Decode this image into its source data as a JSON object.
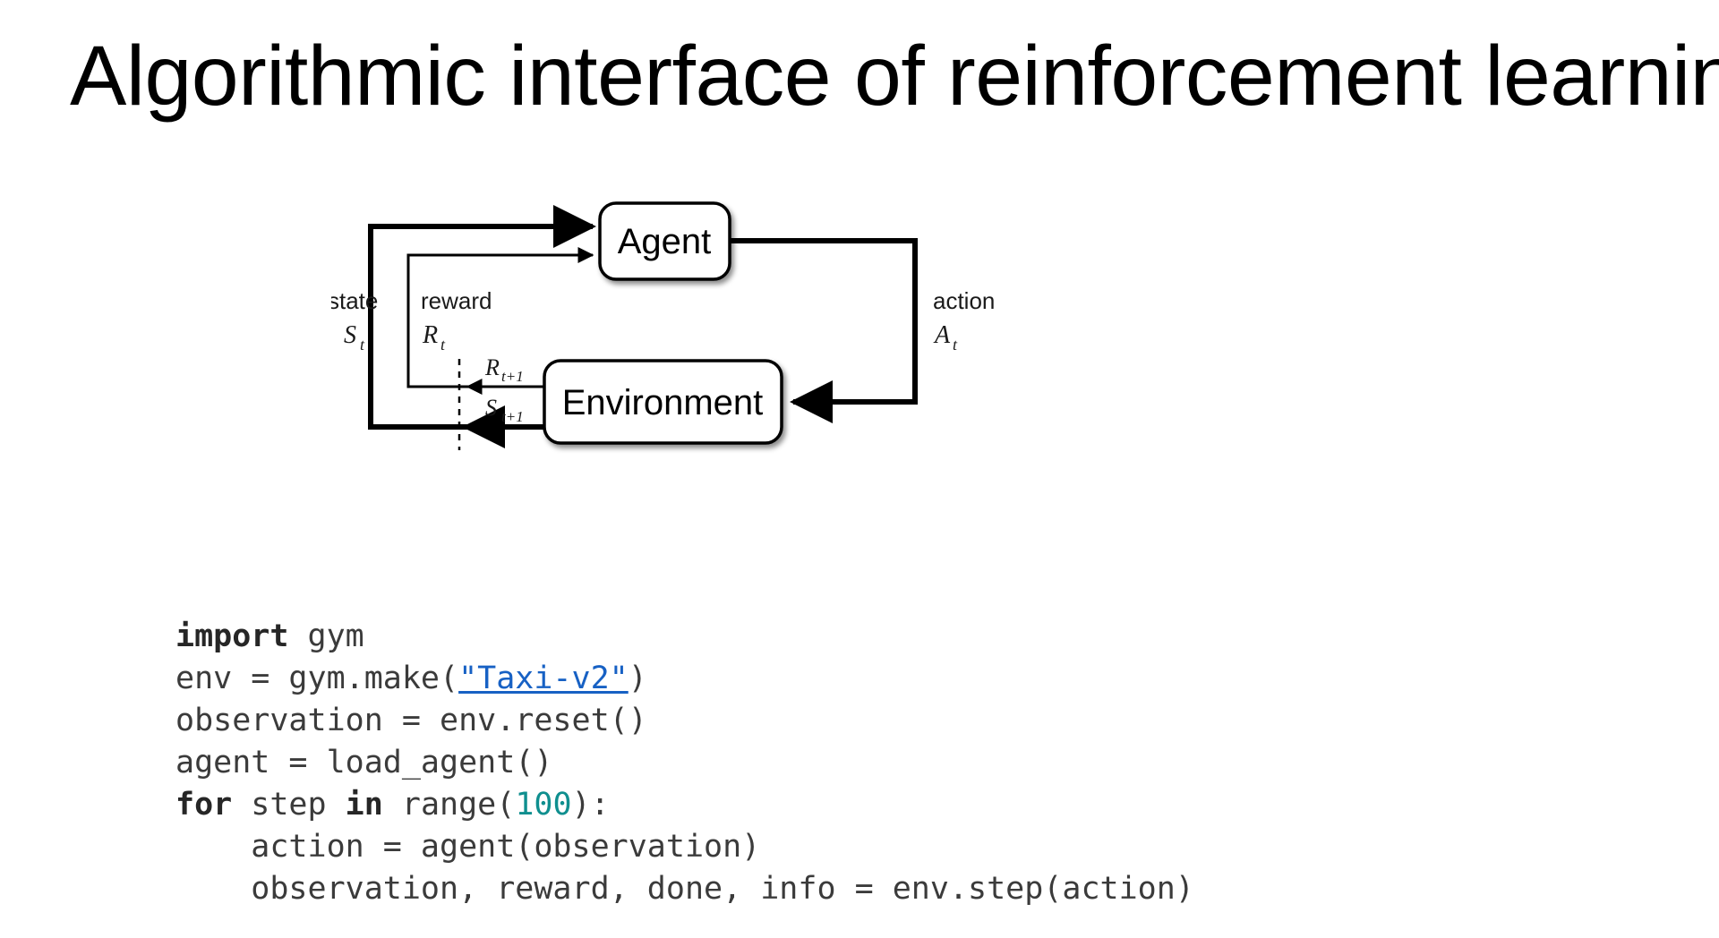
{
  "slide": {
    "title": "Algorithmic interface of reinforcement learning",
    "background_color": "#ffffff"
  },
  "diagram": {
    "name": "agent-environment-loop",
    "nodes": [
      {
        "id": "agent",
        "label": "Agent"
      },
      {
        "id": "environment",
        "label": "Environment"
      }
    ],
    "edge_labels": {
      "state_word": "state",
      "state_symbol": "S",
      "state_sub": "t",
      "reward_word": "reward",
      "reward_symbol": "R",
      "reward_sub": "t",
      "action_word": "action",
      "action_symbol": "A",
      "action_sub": "t",
      "reward_next_symbol": "R",
      "reward_next_sub": "t+1",
      "state_next_symbol": "S",
      "state_next_sub": "t+1"
    },
    "stroke_color": "#000000",
    "box_fill": "#ffffff"
  },
  "code": {
    "language": "python",
    "link_color": "#1761c4",
    "number_color": "#0f8f8f",
    "keyword_color": "#262626",
    "text_color": "#3b3b3b",
    "lines": [
      {
        "id": "l1",
        "tokens": [
          {
            "t": "import",
            "k": "kw"
          },
          {
            "t": " gym",
            "k": "plain"
          }
        ]
      },
      {
        "id": "l2",
        "tokens": [
          {
            "t": "env = gym.make(",
            "k": "plain"
          },
          {
            "t": "\"Taxi-v2\"",
            "k": "link"
          },
          {
            "t": ")",
            "k": "plain"
          }
        ]
      },
      {
        "id": "l3",
        "tokens": [
          {
            "t": "observation = env.reset()",
            "k": "plain"
          }
        ]
      },
      {
        "id": "l4",
        "tokens": [
          {
            "t": "agent = load_agent()",
            "k": "plain"
          }
        ]
      },
      {
        "id": "l5",
        "tokens": [
          {
            "t": "for",
            "k": "kw"
          },
          {
            "t": " step ",
            "k": "plain"
          },
          {
            "t": "in",
            "k": "kw"
          },
          {
            "t": " range(",
            "k": "plain"
          },
          {
            "t": "100",
            "k": "num"
          },
          {
            "t": "):",
            "k": "plain"
          }
        ]
      },
      {
        "id": "l6",
        "tokens": [
          {
            "t": "    action = agent(observation)",
            "k": "plain"
          }
        ]
      },
      {
        "id": "l7",
        "tokens": [
          {
            "t": "    observation, reward, done, info = env.step(action)",
            "k": "plain"
          }
        ]
      }
    ]
  }
}
